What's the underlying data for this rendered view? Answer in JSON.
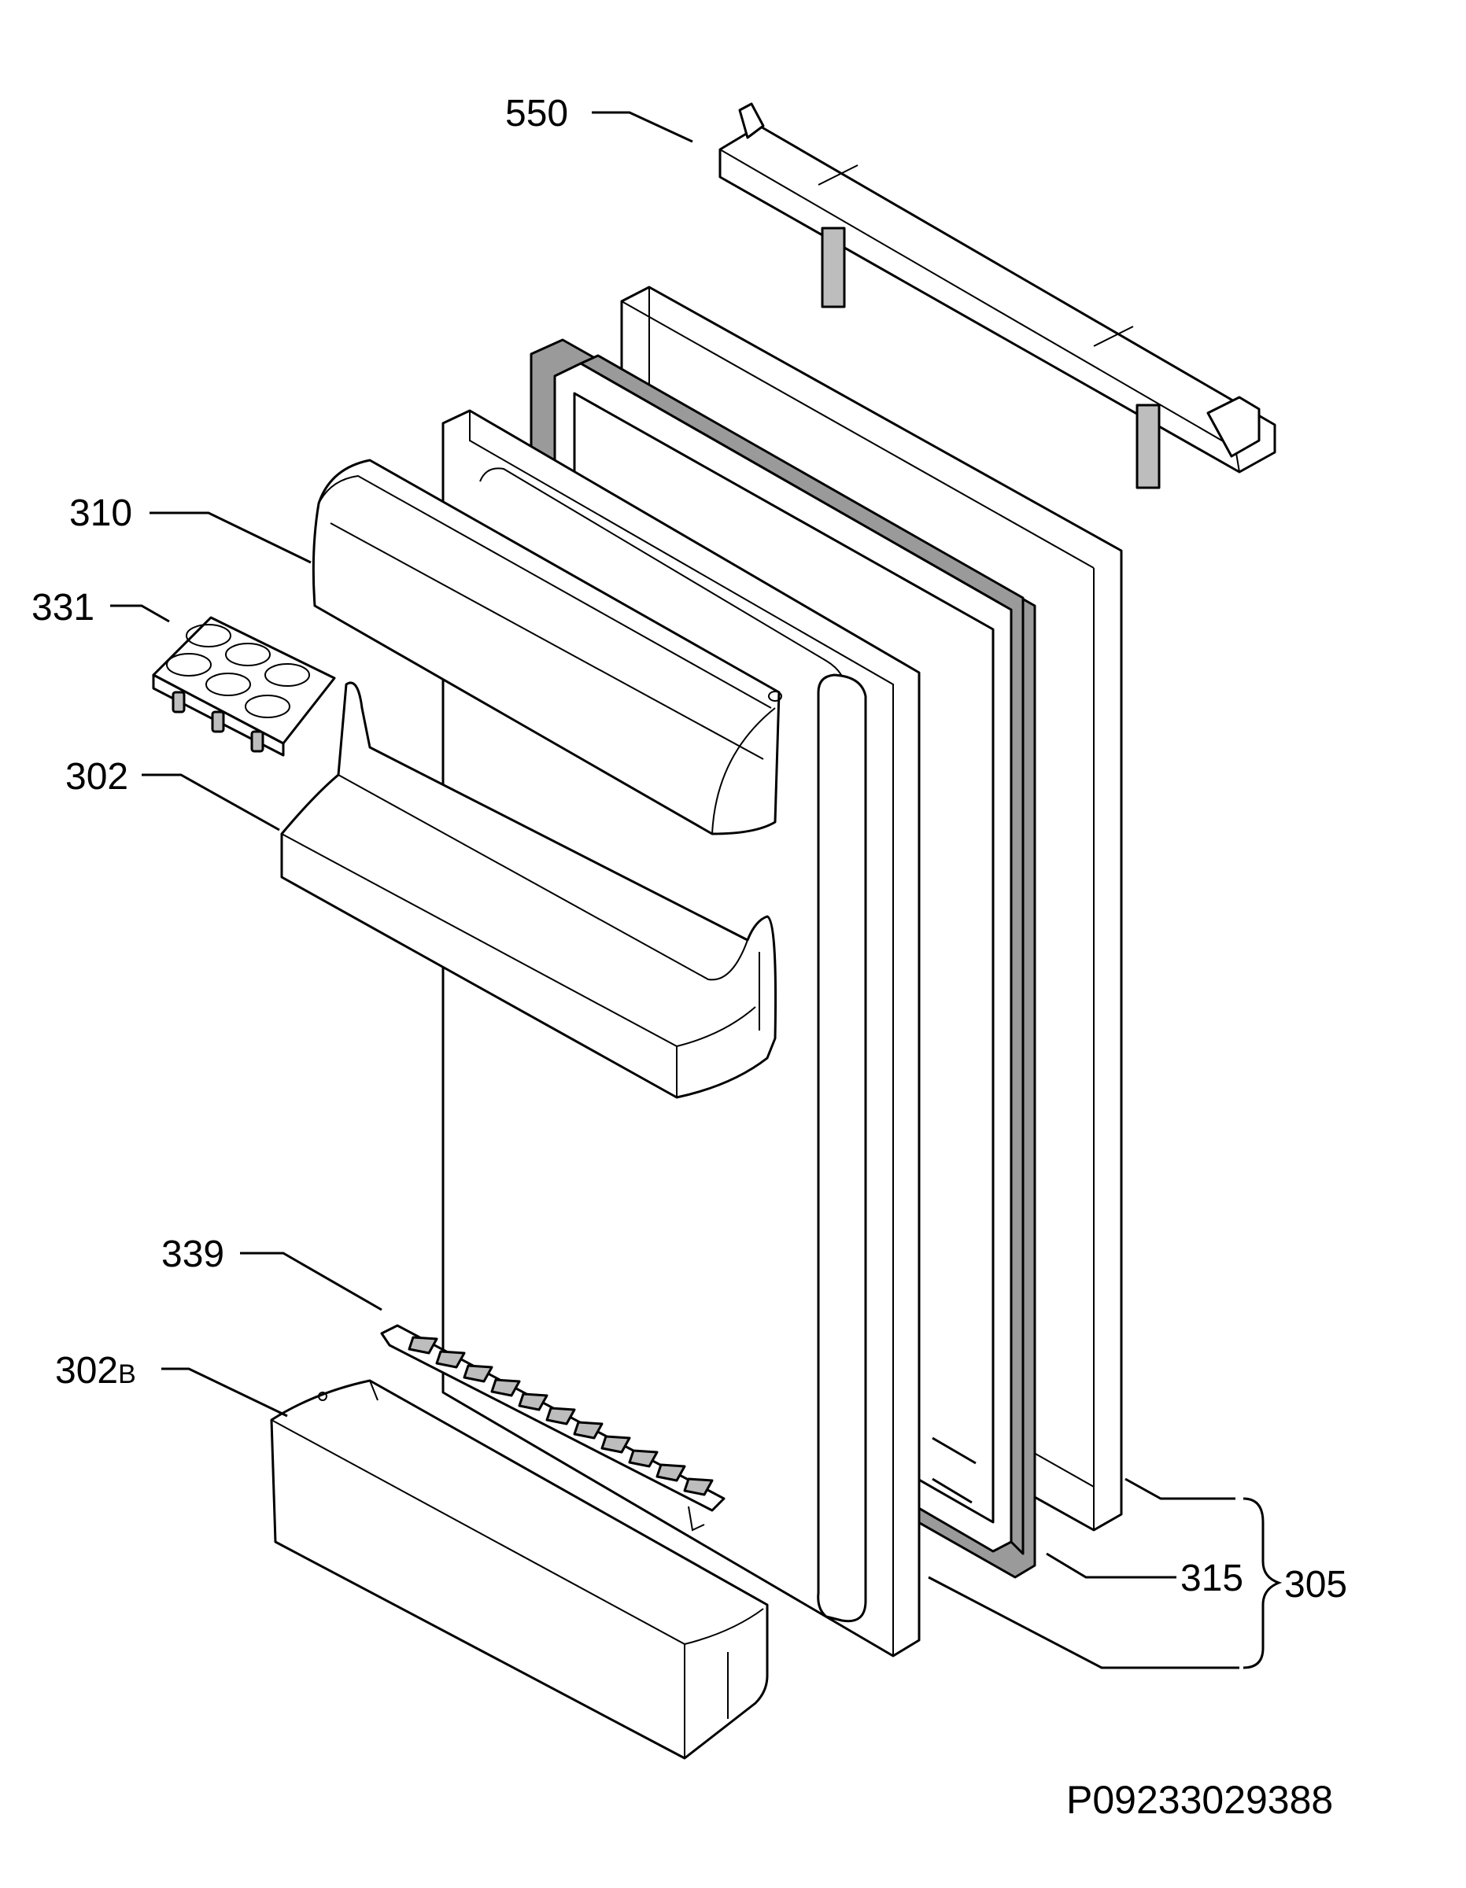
{
  "labels": {
    "p550": "550",
    "p310": "310",
    "p331": "331",
    "p302": "302",
    "p339": "339",
    "p302b_num": "302",
    "p302b_suffix": "B",
    "p315": "315",
    "p305": "305"
  },
  "drawing_code": "P09233029388"
}
